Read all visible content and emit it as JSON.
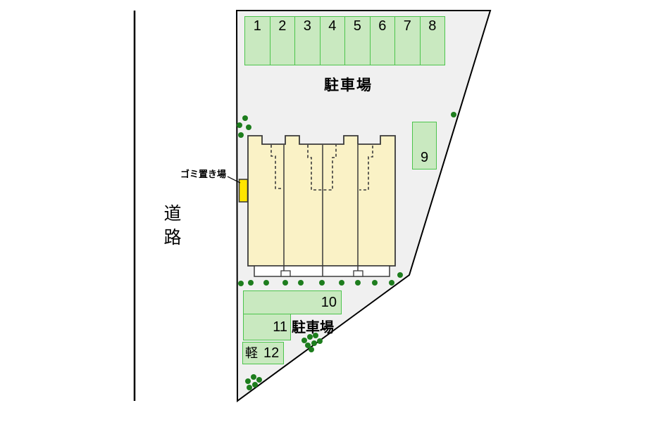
{
  "road": {
    "label": "道路"
  },
  "upper_parking": {
    "label": "駐車場",
    "spaces": [
      "1",
      "2",
      "3",
      "4",
      "5",
      "6",
      "7",
      "8"
    ]
  },
  "space9": {
    "number": "9"
  },
  "lower_parking": {
    "label": "駐車場",
    "space10": "10",
    "space11": "11",
    "space12_prefix": "軽",
    "space12": "12"
  },
  "garbage": {
    "label": "ゴミ置き場"
  },
  "colors": {
    "parking_fill": "#c9e9c0",
    "parking_border": "#4cc44c",
    "building_fill": "#faf2c6",
    "garbage_fill": "#ffe500",
    "tree_green": "#1d7d1d",
    "site_fill": "#f0f0f0"
  }
}
